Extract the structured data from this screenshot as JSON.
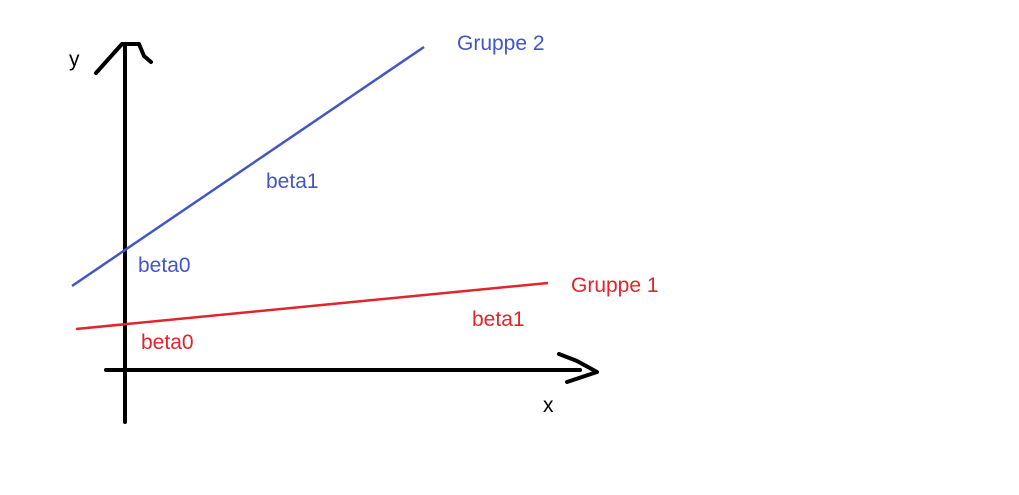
{
  "axes": {
    "x_label": "x",
    "y_label": "y",
    "color": "#000000"
  },
  "groups": [
    {
      "name": "Gruppe 2",
      "color": "#4455c4",
      "intercept_label": "beta0",
      "slope_label": "beta1"
    },
    {
      "name": "Gruppe 1",
      "color": "#e0252b",
      "intercept_label": "beta0",
      "slope_label": "beta1"
    }
  ]
}
